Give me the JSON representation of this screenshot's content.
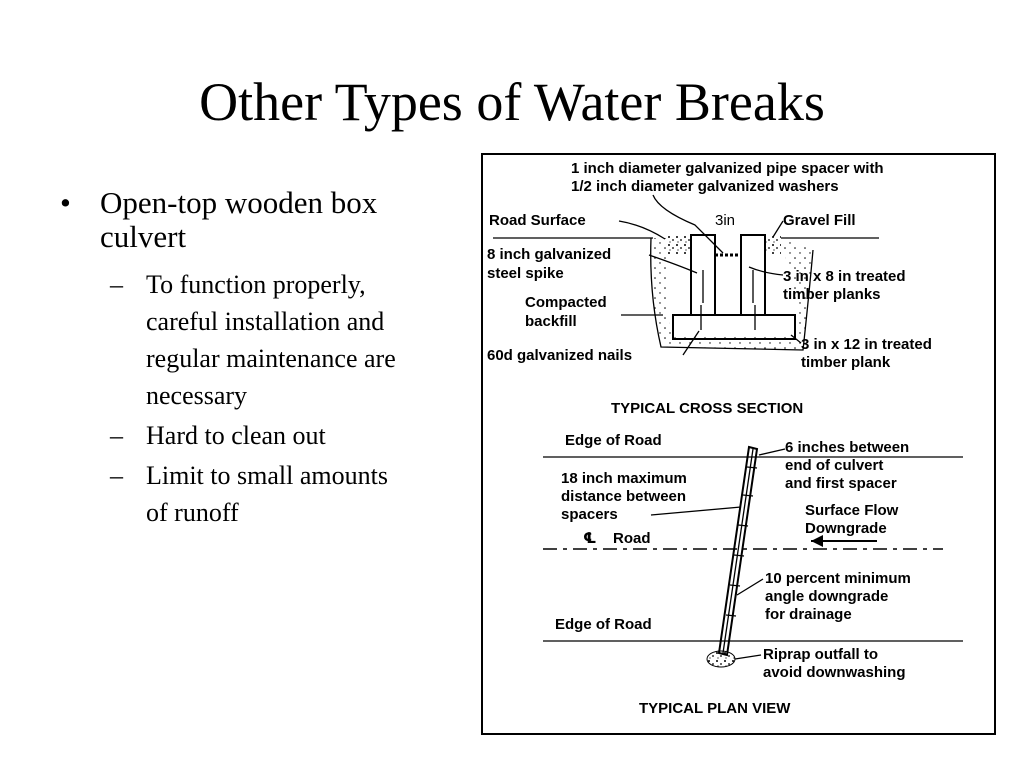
{
  "slide": {
    "title": "Other Types of Water Breaks",
    "bullet_marker": "•",
    "sub_marker": "–",
    "bullets": [
      {
        "text": "Open-top wooden box culvert",
        "sub": [
          "To function properly, careful installation and regular maintenance are necessary",
          "Hard to clean out",
          "Limit to small amounts of runoff"
        ]
      }
    ]
  },
  "figure": {
    "cross_section": {
      "pipe_spacer_line1": "1 inch diameter galvanized pipe spacer with",
      "pipe_spacer_line2": "1/2 inch diameter galvanized washers",
      "road_surface": "Road Surface",
      "gap": "3in",
      "gravel_fill": "Gravel Fill",
      "spike_line1": "8 inch galvanized",
      "spike_line2": "steel spike",
      "backfill_line1": "Compacted",
      "backfill_line2": "backfill",
      "planks_line1": "3 in x 8 in treated",
      "planks_line2": "timber planks",
      "nails": "60d galvanized nails",
      "plank_line1": "3 in x 12 in treated",
      "plank_line2": "timber plank",
      "caption": "TYPICAL CROSS SECTION"
    },
    "plan_view": {
      "edge_top": "Edge of Road",
      "between_line1": "6 inches between",
      "between_line2": "end of culvert",
      "between_line3": "and first spacer",
      "max_line1": "18 inch maximum",
      "max_line2": "distance between",
      "max_line3": "spacers",
      "flow_line1": "Surface Flow",
      "flow_line2": "Downgrade",
      "centerline_symbol": "℄",
      "centerline_road": "Road",
      "angle_line1": "10 percent minimum",
      "angle_line2": "angle downgrade",
      "angle_line3": "for drainage",
      "edge_bottom": "Edge of Road",
      "riprap_line1": "Riprap outfall to",
      "riprap_line2": "avoid downwashing",
      "caption": "TYPICAL PLAN VIEW"
    }
  }
}
